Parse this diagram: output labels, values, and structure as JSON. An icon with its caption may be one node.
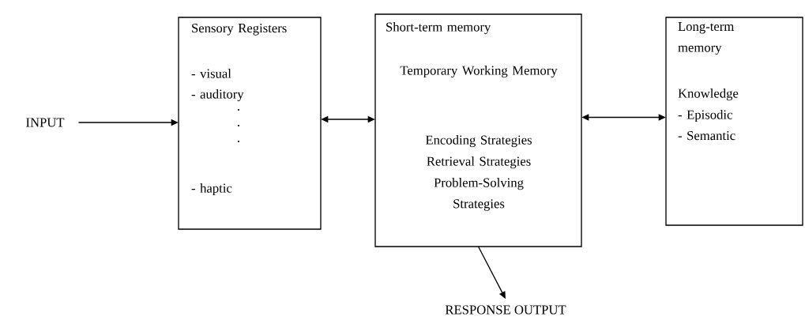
{
  "diagram": {
    "nodes": [
      {
        "text": [
          "INPUT"
        ]
      },
      {
        "text": [
          "Sensory Registers",
          "- visual",
          "- auditory",
          ".",
          ".",
          ".",
          "- haptic"
        ]
      },
      {
        "text": [
          "Short-term memory",
          "Temporary Working Memory",
          "Encoding Strategies",
          "Retrieval Strategies",
          "Problem-Solving Strategies"
        ]
      },
      {
        "text": [
          "Long-term memory",
          "Knowledge",
          "- Episodic",
          "- Semantic"
        ]
      },
      {
        "text": [
          "RESPONSE OUTPUT"
        ]
      }
    ],
    "edges": [
      {
        "from": 0,
        "to": 1,
        "arrow": "to"
      },
      {
        "from": 1,
        "to": 2,
        "arrow": "both"
      },
      {
        "from": 2,
        "to": 3,
        "arrow": "both"
      },
      {
        "from": 2,
        "to": 4,
        "arrow": "to"
      }
    ]
  }
}
